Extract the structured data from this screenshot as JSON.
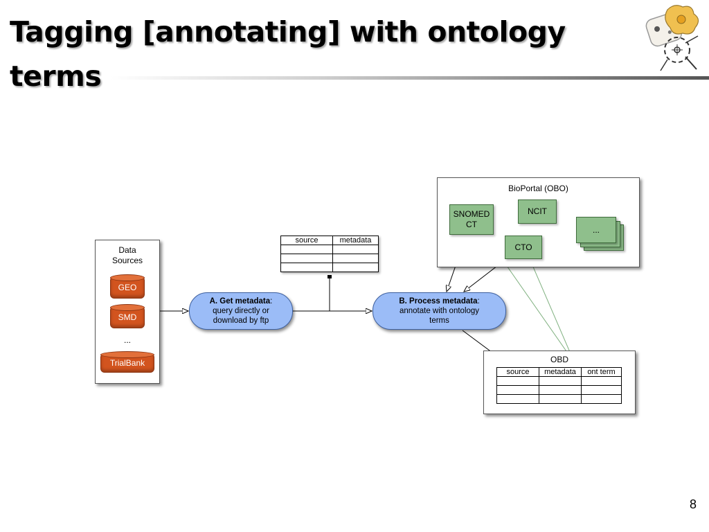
{
  "slide": {
    "title": "Tagging [annotating] with ontology terms",
    "page_number": "8"
  },
  "diagram": {
    "data_sources": {
      "title_line1": "Data",
      "title_line2": "Sources",
      "items": [
        "GEO",
        "SMD",
        "TrialBank"
      ],
      "ellipsis": "..."
    },
    "process_a": {
      "title": "A. Get metadata",
      "colon": ":",
      "line2": "query directly or",
      "line3": "download by ftp"
    },
    "process_b": {
      "title": "B. Process metadata",
      "colon": ":",
      "line2": "annotate with ontology",
      "line3": "terms"
    },
    "metadata_table": {
      "headers": [
        "source",
        "metadata"
      ],
      "empty_rows": 3
    },
    "bioportal": {
      "title": "BioPortal (OBO)",
      "terms": {
        "snomed_line1": "SNOMED",
        "snomed_line2": "CT",
        "ncit": "NCIT",
        "cto": "CTO",
        "more": "..."
      }
    },
    "obd": {
      "title": "OBD",
      "headers": [
        "source",
        "metadata",
        "ont term"
      ],
      "empty_rows": 3
    },
    "colors": {
      "data_source": "#d2541f",
      "process": "#9bbcf7",
      "ontology_term": "#8fbf8c",
      "feedback_arrow": "#7fb07f"
    }
  }
}
